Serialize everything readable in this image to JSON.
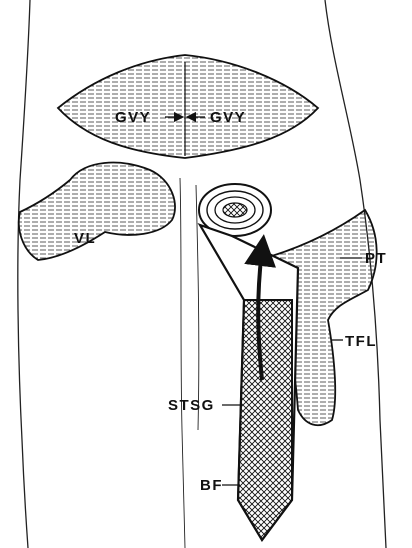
{
  "labels": {
    "gvy_left": "GVY",
    "gvy_right": "GVY",
    "vl": "VL",
    "pt": "PT",
    "tfl": "TFL",
    "stsg": "STSG",
    "bf": "BF"
  },
  "colors": {
    "ink": "#111111",
    "paper": "#ffffff"
  }
}
